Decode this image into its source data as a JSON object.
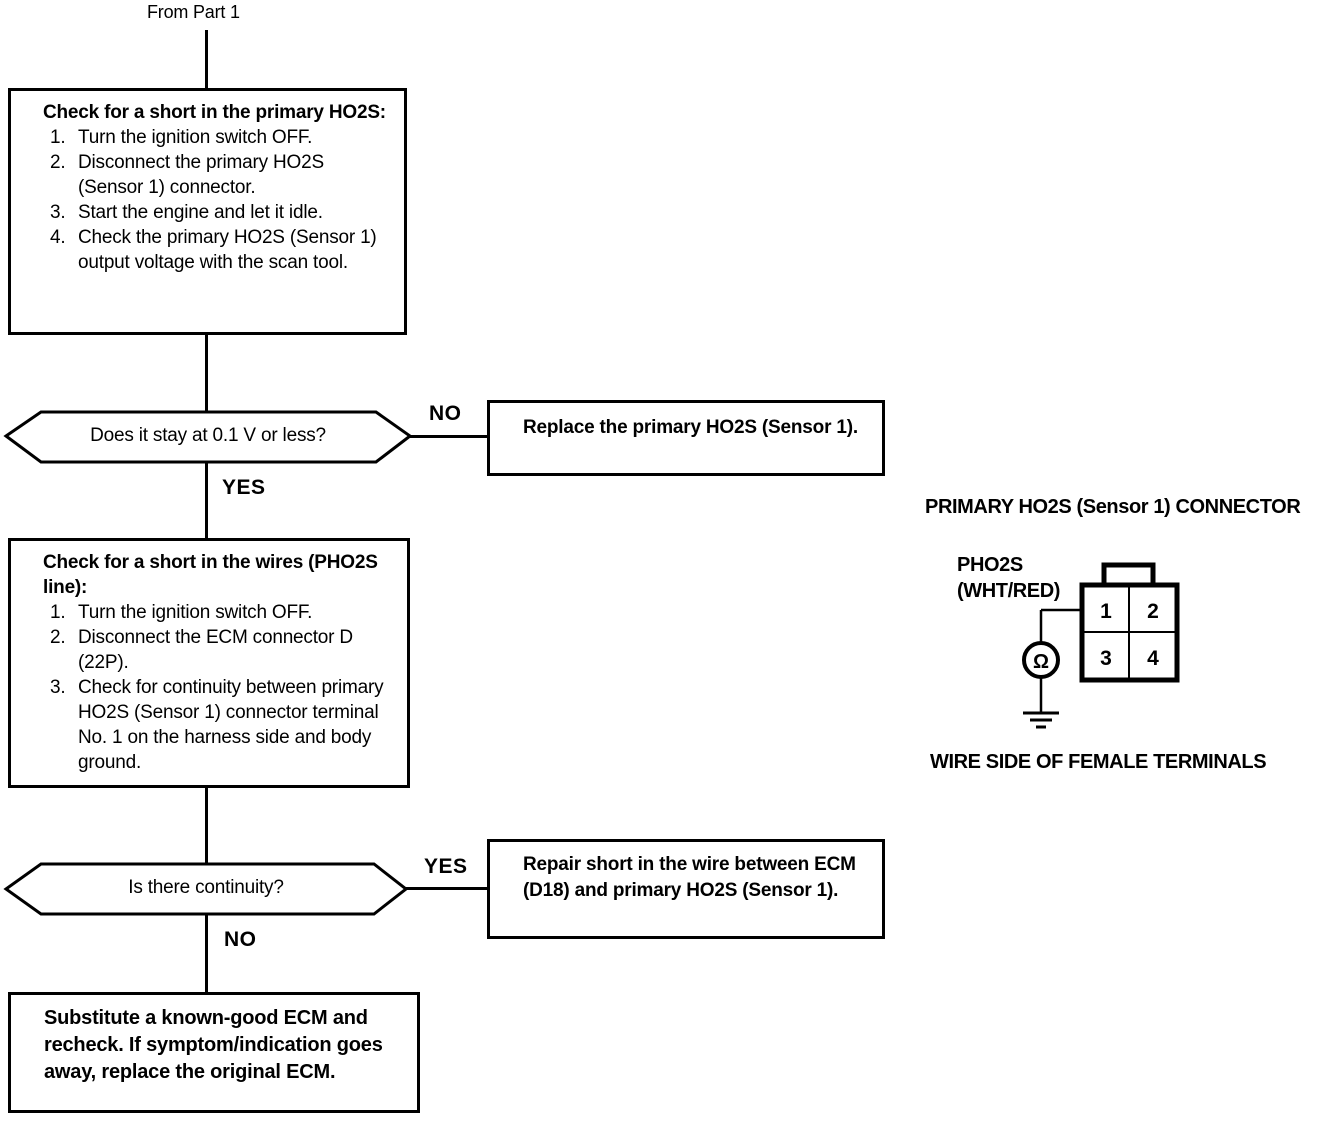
{
  "flowchart": {
    "from_label": "From Part 1",
    "box1": {
      "title": "Check for a short in the primary HO2S:",
      "steps": [
        {
          "num": "1.",
          "text": "Turn the ignition switch OFF."
        },
        {
          "num": "2.",
          "text": "Disconnect the primary HO2S (Sensor 1) connector."
        },
        {
          "num": "3.",
          "text": "Start the engine and let it idle."
        },
        {
          "num": "4.",
          "text": "Check the primary HO2S (Sensor 1) output voltage with the scan tool."
        }
      ]
    },
    "decision1": {
      "question": "Does it stay at 0.1 V or less?",
      "no_label": "NO",
      "yes_label": "YES"
    },
    "replace_box": {
      "text": "Replace the primary HO2S (Sensor 1)."
    },
    "box2": {
      "title": "Check for a short in the wires (PHO2S line):",
      "steps": [
        {
          "num": "1.",
          "text": "Turn the ignition switch OFF."
        },
        {
          "num": "2.",
          "text": "Disconnect the ECM connector D (22P)."
        },
        {
          "num": "3.",
          "text": "Check for continuity between primary HO2S (Sensor 1) connector terminal No. 1 on the harness side and body ground."
        }
      ]
    },
    "decision2": {
      "question": "Is there continuity?",
      "yes_label": "YES",
      "no_label": "NO"
    },
    "repair_box": {
      "text": "Repair short in the wire between ECM (D18) and primary HO2S (Sensor 1)."
    },
    "final_box": {
      "text": "Substitute a known-good ECM and recheck. If symptom/indication goes away, replace the original ECM."
    }
  },
  "connector_diagram": {
    "title": "PRIMARY HO2S (Sensor 1) CONNECTOR",
    "wire_label_line1": "PHO2S",
    "wire_label_line2": "(WHT/RED)",
    "terminals": [
      "1",
      "2",
      "3",
      "4"
    ],
    "meter_symbol": "Ω",
    "caption": "WIRE SIDE OF FEMALE TERMINALS"
  },
  "colors": {
    "ink": "#000000",
    "paper": "#ffffff"
  }
}
